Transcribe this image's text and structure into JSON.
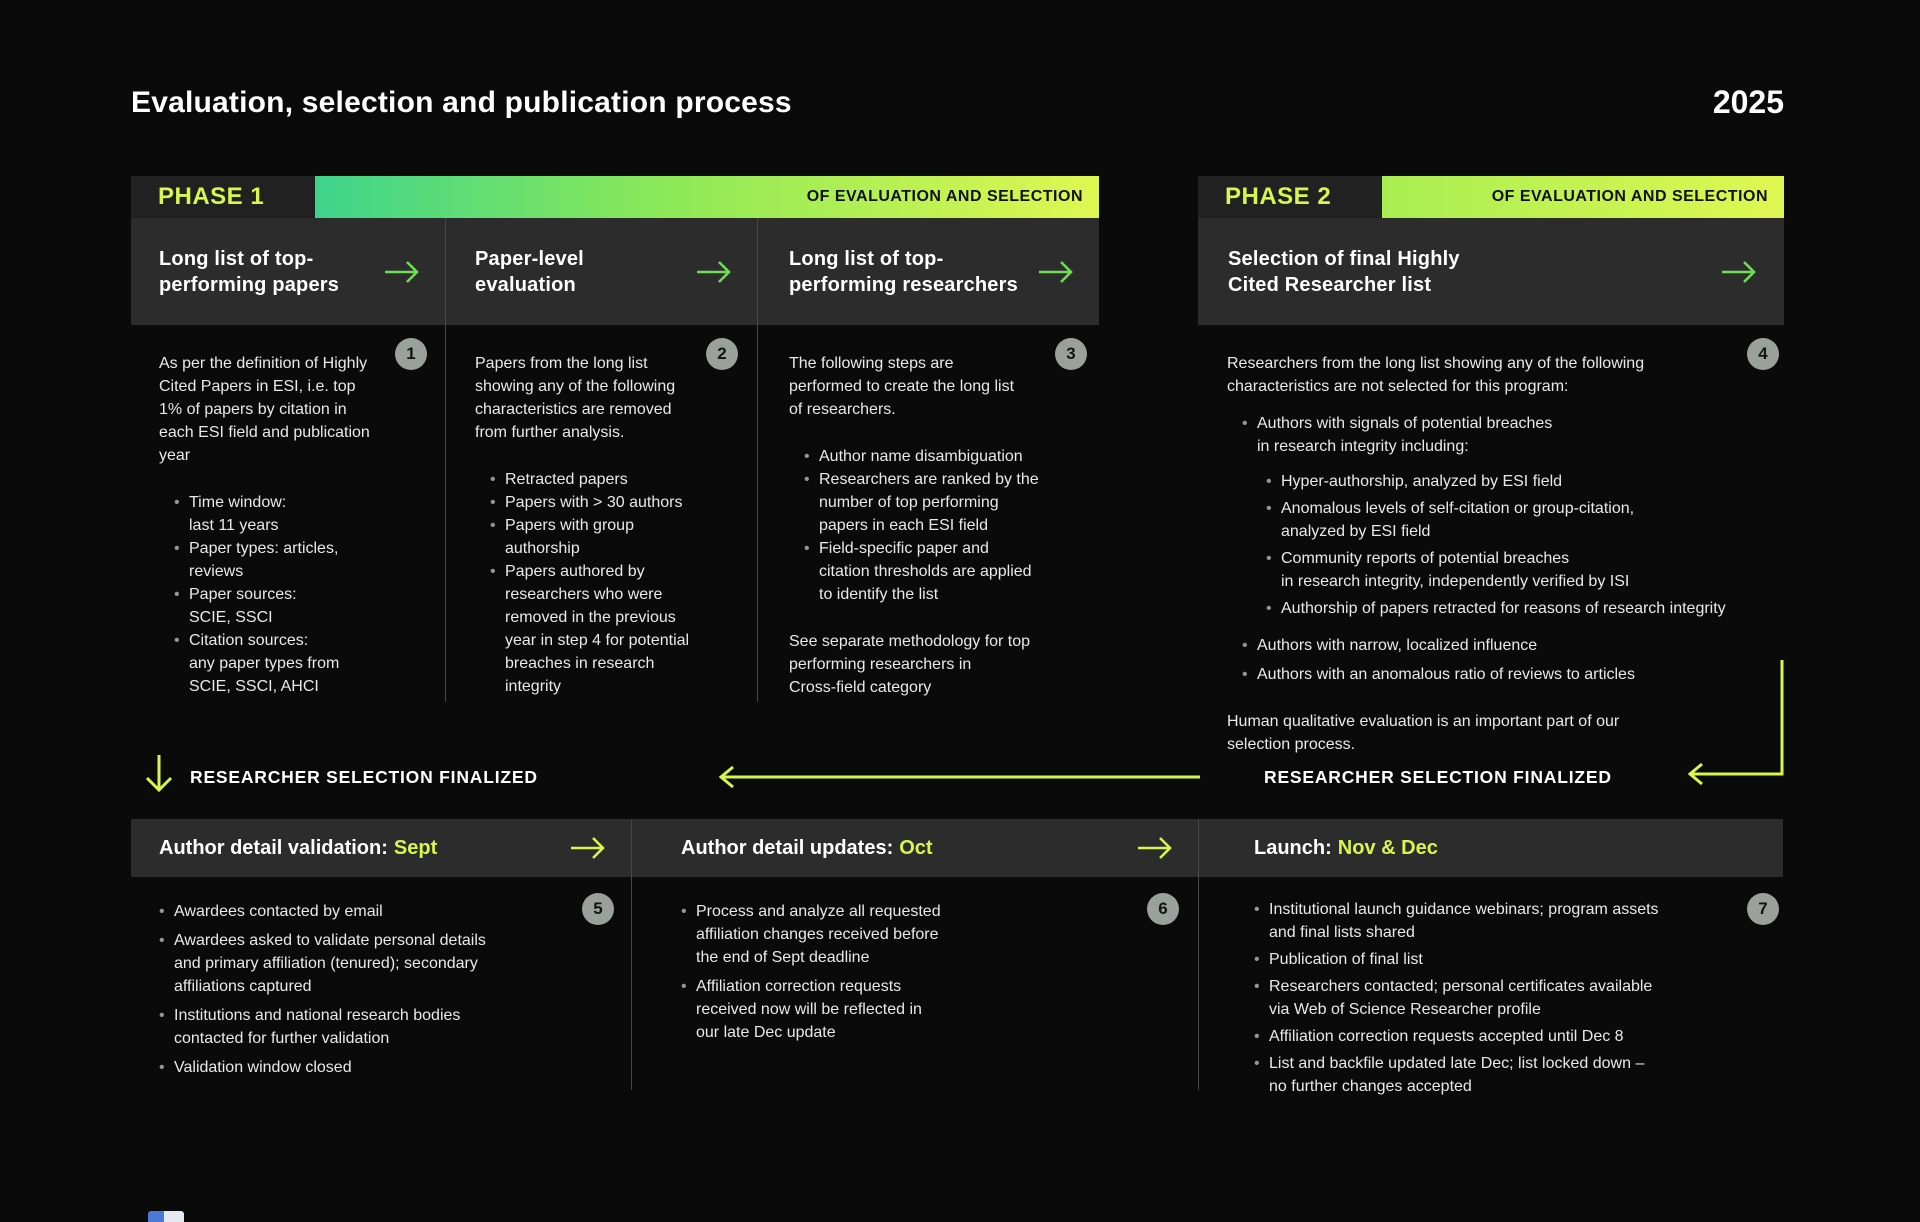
{
  "page": {
    "title": "Evaluation, selection and publication process",
    "year": "2025"
  },
  "colors": {
    "lime": "#d7f64e",
    "green": "#6fdd55",
    "gradA": "#3ed48c",
    "gradB": "#8ce957",
    "gradC": "#e0f751",
    "gradD": "#a8ee52",
    "panel": "#2c2c2c",
    "chip": "#212121",
    "bg": "#0a0a0a",
    "text": "#e9e9e9",
    "dot": "#969696",
    "badgeBg": "#9aa09b",
    "badgeText": "#141414",
    "line": "#474747",
    "darkText": "#111111"
  },
  "phase1": {
    "label": "PHASE 1",
    "banner": "OF EVALUATION AND SELECTION",
    "steps": [
      {
        "badge": "1",
        "title": "Long list of top-\nperforming papers",
        "intro": "As per the definition of Highly\nCited Papers in ESI, i.e. top\n1% of papers by citation in\neach ESI field and publication\nyear",
        "bullets": [
          "Time window:\nlast 11 years",
          "Paper types: articles,\nreviews",
          "Paper sources:\nSCIE, SSCI",
          "Citation sources:\nany paper types from\nSCIE, SSCI, AHCI"
        ]
      },
      {
        "badge": "2",
        "title": "Paper-level\nevaluation",
        "intro": "Papers from the long list\nshowing any of the following\ncharacteristics are removed\nfrom further analysis.",
        "bullets": [
          "Retracted papers",
          "Papers with > 30 authors",
          "Papers with group\nauthorship",
          "Papers authored by\nresearchers who were\nremoved in the previous\nyear in step 4 for potential\nbreaches in research\nintegrity"
        ]
      },
      {
        "badge": "3",
        "title": "Long list of top-\nperforming researchers",
        "intro": "The following steps are\nperformed to create the long list\nof researchers.",
        "bullets": [
          "Author name disambiguation",
          "Researchers are ranked by the\nnumber of top performing\npapers in each ESI field",
          "Field-specific paper and\ncitation thresholds are applied\nto identify the list"
        ],
        "outro": "See separate methodology for top\nperforming researchers in\nCross-field category"
      }
    ]
  },
  "phase2": {
    "label": "PHASE 2",
    "banner": "OF EVALUATION AND SELECTION",
    "step": {
      "badge": "4",
      "title": "Selection of final Highly\nCited Researcher list",
      "intro": "Researchers from the long list showing any of the following\ncharacteristics are not selected for this program:",
      "group": {
        "label": "Authors with signals of potential breaches\nin research integrity including:",
        "items": [
          "Hyper-authorship, analyzed by ESI field",
          "Anomalous levels of self-citation or group-citation,\nanalyzed by ESI field",
          "Community reports of potential breaches\nin research integrity, independently verified by ISI",
          "Authorship of papers retracted for reasons of research integrity"
        ]
      },
      "bullets": [
        "Authors with narrow, localized influence",
        "Authors with an anomalous ratio of reviews to articles"
      ],
      "outro": "Human qualitative evaluation is an important part of our\nselection process."
    }
  },
  "finalized": {
    "left_label": "RESEARCHER SELECTION FINALIZED",
    "right_label": "RESEARCHER SELECTION FINALIZED"
  },
  "timeline": {
    "steps": [
      {
        "badge": "5",
        "title_prefix": "Author detail validation:",
        "title_highlight": "Sept",
        "bullets": [
          "Awardees contacted by email",
          "Awardees asked to validate personal details\nand primary affiliation (tenured); secondary\naffiliations captured",
          "Institutions and national research bodies\ncontacted for further validation",
          "Validation window closed"
        ]
      },
      {
        "badge": "6",
        "title_prefix": "Author detail updates:",
        "title_highlight": "Oct",
        "bullets": [
          "Process and analyze all requested\naffiliation changes received before\nthe end of Sept deadline",
          "Affiliation correction requests\nreceived now will be reflected in\nour late Dec update"
        ]
      },
      {
        "badge": "7",
        "title_prefix": "Launch:",
        "title_highlight": "Nov & Dec",
        "bullets": [
          "Institutional launch guidance webinars; program assets\nand final lists shared",
          "Publication of final list",
          "Researchers contacted; personal certificates available\nvia Web of Science Researcher profile",
          "Affiliation correction requests accepted until Dec 8",
          "List and backfile updated late Dec; list locked down –\nno further changes accepted"
        ]
      }
    ]
  }
}
